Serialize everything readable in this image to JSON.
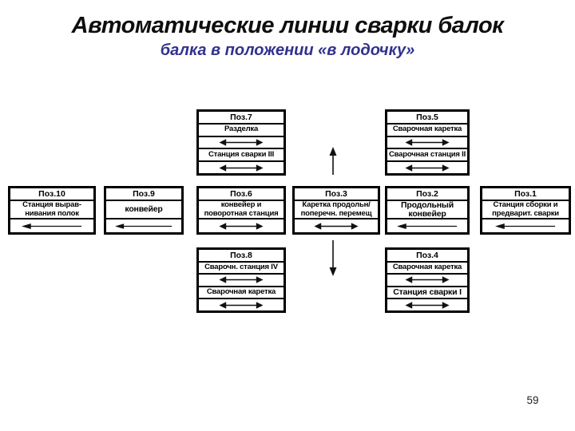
{
  "slide": {
    "title": "Автоматические линии сварки балок",
    "subtitle": "балка в положении «в лодочку»",
    "page_number": "59"
  },
  "diagram": {
    "colors": {
      "line": "#111111",
      "subtitle_text": "#31318e"
    },
    "flow_arrows": [
      {
        "icon": "up-arrow-icon",
        "direction": "up"
      },
      {
        "icon": "down-arrow-icon",
        "direction": "down"
      }
    ],
    "boxes": [
      {
        "id": "pos7",
        "title": "Поз.7",
        "labels": [
          "Разделка",
          "Станция сварки III"
        ],
        "arrows": [
          "double-arrow-icon",
          "double-arrow-icon"
        ]
      },
      {
        "id": "pos5",
        "title": "Поз.5",
        "labels": [
          "Сварочная каретка",
          "Сварочная станция II"
        ],
        "arrows": [
          "double-arrow-icon",
          "double-arrow-icon"
        ]
      },
      {
        "id": "pos10",
        "title": "Поз.10",
        "labels": [
          "Станция вырав-\nнивания полок"
        ],
        "arrows": [
          "left-arrow-icon"
        ]
      },
      {
        "id": "pos9",
        "title": "Поз.9",
        "labels": [
          "конвейер"
        ],
        "arrows": [
          "left-arrow-icon"
        ]
      },
      {
        "id": "pos6",
        "title": "Поз.6",
        "labels": [
          "конвейер и\nповоротная станция"
        ],
        "arrows": [
          "double-arrow-icon"
        ]
      },
      {
        "id": "pos3",
        "title": "Поз.3",
        "labels": [
          "Каретка продольн/\nпоперечн. перемещ"
        ],
        "arrows": [
          "double-arrow-icon"
        ]
      },
      {
        "id": "pos2",
        "title": "Поз.2",
        "labels": [
          "Продольный\nконвейер"
        ],
        "arrows": [
          "left-arrow-icon"
        ]
      },
      {
        "id": "pos1",
        "title": "Поз.1",
        "labels": [
          "Станция сборки и\nпредварит. сварки"
        ],
        "arrows": [
          "left-arrow-icon"
        ]
      },
      {
        "id": "pos8",
        "title": "Поз.8",
        "labels": [
          "Сварочн. станция IV",
          "Сварочная каретка"
        ],
        "arrows": [
          "double-arrow-icon",
          "double-arrow-icon"
        ]
      },
      {
        "id": "pos4",
        "title": "Поз.4",
        "labels": [
          "Сварочная каретка",
          "Станция сварки I"
        ],
        "arrows": [
          "double-arrow-icon",
          "double-arrow-icon"
        ]
      }
    ]
  }
}
